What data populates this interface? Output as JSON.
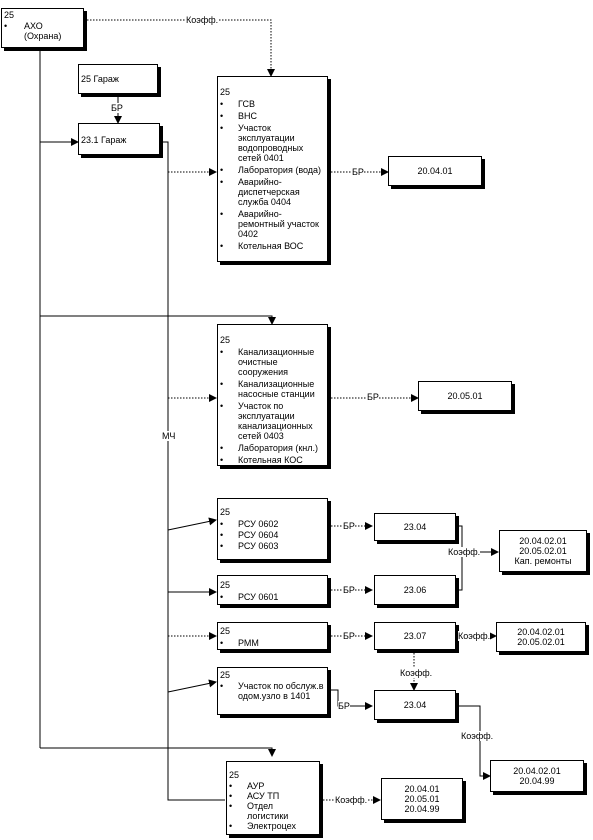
{
  "boxes": {
    "axo": {
      "code": "25",
      "items": [
        "АХО\n(Охрана)"
      ]
    },
    "garage25": {
      "title": "25 Гараж"
    },
    "garage231": {
      "title": "23.1 Гараж"
    },
    "water": {
      "code": "25",
      "items": [
        "ГСВ",
        "ВНС",
        "Участок эксплуатации водопроводных сетей 0401",
        "Лаборатория (вода)",
        "Аварийно-диспетчерская служба 0404",
        "Аварийно-ремонтный участок 0402",
        "Котельная ВОС"
      ]
    },
    "r200401": {
      "title": "20.04.01"
    },
    "sewer": {
      "code": "25",
      "items": [
        "Канализационные очистные сооружения",
        "Канализационные насосные станции",
        "Участок по эксплуатации канализационных сетей 0403",
        "Лаборатория (кнл.)",
        "Котельная КОС"
      ]
    },
    "r200501": {
      "title": "20.05.01"
    },
    "rsu3": {
      "code": "25",
      "items": [
        "РСУ 0602",
        "РСУ 0604",
        "РСУ 0603"
      ]
    },
    "a2304": {
      "title": "23.04"
    },
    "kap": {
      "lines": [
        "20.04.02.01",
        "20.05.02.01",
        "Кап. ремонты"
      ]
    },
    "rsu1": {
      "code": "25",
      "items": [
        "РСУ 0601"
      ]
    },
    "a2306": {
      "title": "23.06"
    },
    "rmm": {
      "code": "25",
      "items": [
        "РММ"
      ]
    },
    "a2307": {
      "title": "23.07"
    },
    "r2307res": {
      "lines": [
        "20.04.02.01",
        "20.05.02.01"
      ]
    },
    "vodouzel": {
      "code": "25",
      "items": [
        "Участок по обслуж.водом.узло в 1401"
      ]
    },
    "b2304": {
      "title": "23.04"
    },
    "r2304res": {
      "lines": [
        "20.04.02.01",
        "20.04.99"
      ]
    },
    "aup": {
      "code": "25",
      "items": [
        "АУР",
        "АСУ ТП",
        "Отдел логистики",
        "Электроцех"
      ]
    },
    "aupres": {
      "lines": [
        "20.04.01",
        "20.05.01",
        "20.04.99"
      ]
    }
  },
  "labels": {
    "koef_top": "Коэфф.",
    "br_garage": "БР",
    "br_water": "БР",
    "br_sewer": "БР",
    "mch": "МЧ",
    "br_rsu3": "БР",
    "koef_kap": "Коэфф.",
    "br_rsu1": "БР",
    "br_rmm": "БР",
    "koef_2307": "Коэфф.",
    "koef_2307_down": "Коэфф.",
    "br_vodouzel": "БР",
    "koef_b2304": "Коэфф.",
    "koef_aup": "Коэфф."
  }
}
